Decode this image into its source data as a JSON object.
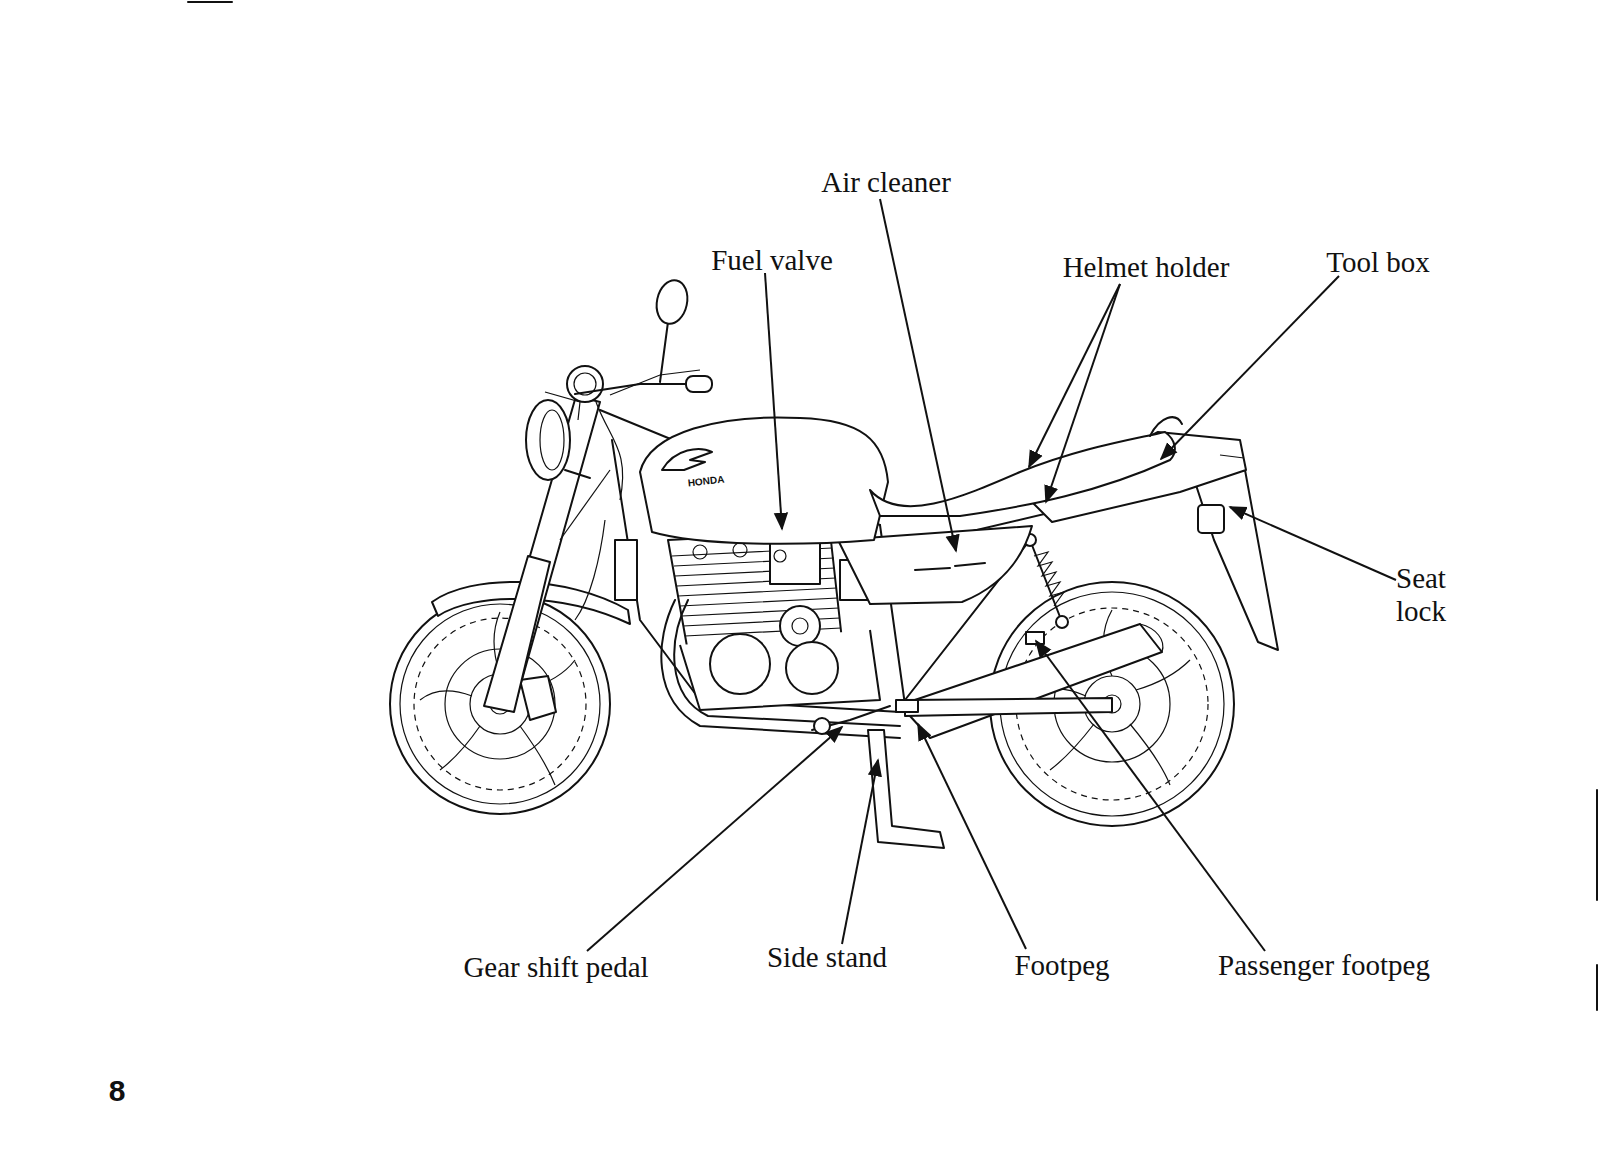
{
  "diagram": {
    "labels": [
      "Air cleaner",
      "Fuel valve",
      "Helmet holder",
      "Tool box",
      "HONDA",
      "Seat lock",
      "Gear shift pedal",
      "Side stand",
      "Footpeg",
      "Passenger footpeg",
      "8"
    ]
  }
}
